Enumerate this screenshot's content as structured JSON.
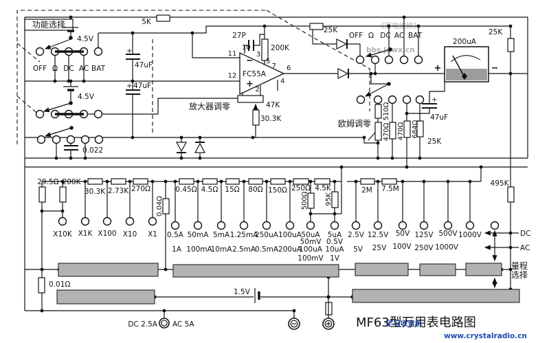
{
  "title": "MF63型万用表电路图",
  "watermark_top": {
    "brand": "《家电维修》",
    "site": "bbs.jdwx.cn"
  },
  "watermark_bottom": {
    "brand": "矿石收音机",
    "site": "www.crystalradio.cn"
  },
  "labels": {
    "function_select": "功能选择",
    "amp_zero": "放大器调零",
    "ohm_zero": "欧姆调零",
    "range_select_line1": "量程",
    "range_select_line2": "选择",
    "dc": "DC",
    "ac": "AC",
    "meter_plus": "+",
    "meter_minus": "−",
    "cap1_plus": "+",
    "cap2_plus": "+",
    "cap5_plus": "+",
    "terminal_minus": "−",
    "terminal_plus": "+",
    "fuse_left": "DC 2.5A",
    "fuse_right": "AC  5A"
  },
  "values": {
    "bat1": "4.5V",
    "bat2": "4.5V",
    "bat3": "1.5V",
    "c1": "47uF",
    "c2": "47uF",
    "c3": "0.022",
    "c4": "27P",
    "c5": "47uF",
    "meter": "200uA",
    "ic": "FC55A",
    "r_5k": "5K",
    "r_25k_top": "25K",
    "r_200k_fb": "200K",
    "r_25k_right": "25K",
    "r_47k": "47K",
    "r_30_3k_amp": "30.3K",
    "r_510": "510Ω",
    "r_470a": "470Ω",
    "r_470b": "470Ω",
    "r_684": "684Ω",
    "r_25k_ohm": "25K",
    "r_29_5": "29.5Ω",
    "r_200k": "200K",
    "r_30_3k": "30.3K",
    "r_2_73k": "2.73K",
    "r_270": "270Ω",
    "r_0_04": "0.04Ω",
    "r_0_01": "0.01Ω",
    "r_0_45": "0.45Ω",
    "r_4_5": "4.5Ω",
    "r_15": "15Ω",
    "r_80": "80Ω",
    "r_150": "150Ω",
    "r_250": "250Ω",
    "r_4_5k": "4.5K",
    "r_500": "500Ω",
    "r_95k": "95K",
    "r_2m": "2M",
    "r_7_5m": "7.5M",
    "r_495k": "495K"
  },
  "opamp_pins": {
    "p10": "10",
    "p11": "11",
    "p12": "12",
    "p3": "3",
    "p5": "5",
    "p7": "7",
    "p6": "6",
    "p4": "4",
    "p2": "2",
    "p1": "1",
    "minus": "−",
    "plus": "+"
  },
  "switch_left": [
    "OFF",
    "Ω",
    "DC",
    "AC",
    "BAT"
  ],
  "switch_right": [
    "OFF",
    "Ω",
    "DC",
    "AC",
    "BAT"
  ],
  "ohm_ranges": [
    "X10K",
    "X1K",
    "X100",
    "X10",
    "X1"
  ],
  "current_row1": [
    "0.5A",
    "50mA",
    "5mA",
    "1.25mA",
    "250uA",
    "100uA",
    "50uA",
    "5uA"
  ],
  "current_row1_sub": [
    "50mV",
    "0.5V"
  ],
  "current_row2": [
    "1A",
    "100mA",
    "10mA",
    "2.5mA",
    "0.5mA",
    "200uA",
    "100uA",
    "10uA"
  ],
  "current_row2_sub": [
    "100mV",
    "1V"
  ],
  "voltage_row1": [
    "2.5V",
    "12.5V",
    "50V",
    "125V",
    "500V",
    "1000V"
  ],
  "voltage_row2": [
    "5V",
    "25V",
    "100V",
    "250V",
    "1000V"
  ]
}
